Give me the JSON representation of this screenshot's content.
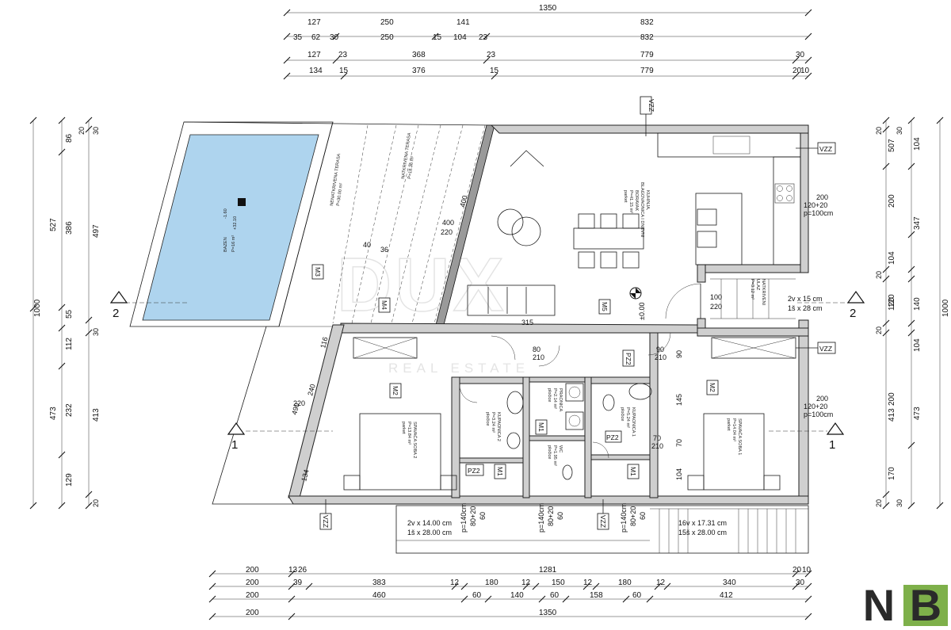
{
  "watermark": {
    "main": "DUX",
    "sub": "REAL ESTATE"
  },
  "logo": {
    "n": "N",
    "b": "B"
  },
  "dimensions_top": {
    "overall": "1350",
    "row1": [
      "127",
      "250",
      "141",
      "832"
    ],
    "row2": [
      "35",
      "62",
      "30",
      "250",
      "15",
      "104",
      "23",
      "832"
    ],
    "row3": [
      "127",
      "23",
      "368",
      "23",
      "779",
      "30"
    ],
    "row4": [
      "134",
      "15",
      "376",
      "15",
      "779",
      "20",
      "10"
    ]
  },
  "dimensions_bottom": {
    "row1": [
      "200",
      "13",
      "26",
      "1281",
      "20",
      "10"
    ],
    "row2": [
      "200",
      "39",
      "383",
      "12",
      "180",
      "12",
      "150",
      "12",
      "180",
      "12",
      "340",
      "30"
    ],
    "row3": [
      "200",
      "460",
      "60",
      "140",
      "60",
      "158",
      "60",
      "412"
    ],
    "overall": [
      "200",
      "1350"
    ]
  },
  "dimensions_left": {
    "overall": "1000",
    "col1": [
      "527",
      "473"
    ],
    "col2": [
      "86",
      "386",
      "55",
      "112",
      "232",
      "129"
    ],
    "col3": [
      "20",
      "30",
      "497",
      "30",
      "413",
      "20"
    ]
  },
  "dimensions_right": {
    "overall": "1000",
    "col1": [
      "104",
      "347",
      "140",
      "473"
    ],
    "col2": [
      "200",
      "104",
      "20",
      "120",
      "20",
      "200",
      "170"
    ],
    "col3": [
      "20",
      "30",
      "507",
      "120",
      "104",
      "413",
      "20",
      "30"
    ]
  },
  "rooms": {
    "pool": {
      "label": "BAZEN",
      "area": "P=16 m²",
      "level_a": "-1.60",
      "level_b": "+32.10"
    },
    "terrace_open": {
      "label": "NENATKRIVENA TERASA",
      "area": "P=30.00 m²"
    },
    "terrace_covered": {
      "label": "NATKRIVENA TERASA",
      "area": "P=18.36 m²"
    },
    "kitchen": {
      "label1": "KUHINJA,",
      "label2": "BLAGOVAONICA I DNEVNI",
      "label3": "BORAVAK",
      "area": "P=41.15 m²",
      "floor": "parket"
    },
    "covered_entry": {
      "label": "NATKRIVENI",
      "label2": "ULAZ",
      "area": "P=3.12 m²"
    },
    "bedroom2": {
      "label": "SPAVAĆA SOBA 2",
      "area": "P=13.84 m²",
      "floor": "parket"
    },
    "bedroom1": {
      "label": "SPAVAĆA SOBA 1",
      "area": "P=14.04 m²",
      "floor": "parket"
    },
    "bath2": {
      "label": "KUPAONICA 2",
      "area": "P=3.24 m²",
      "floor": "pločice"
    },
    "bath1": {
      "label": "KUPAONICA 1",
      "area": "P=5.24 m²",
      "floor": "pločice"
    },
    "laundry": {
      "label": "PRAONICA",
      "area": "P=2.14 m²",
      "floor": "pločice"
    },
    "wc": {
      "label": "WC",
      "area": "P=1.95 m²",
      "floor": "pločice"
    }
  },
  "tags": {
    "vzz": "VZZ",
    "pz2": "PZ2",
    "m1": "M1",
    "m2": "M2",
    "m3": "M3",
    "m4": "M4",
    "m5": "M5"
  },
  "section_marks": {
    "left_2": "2",
    "right_2": "2",
    "left_1": "1",
    "right_1": "1"
  },
  "level_mark": "±0.00",
  "openings": {
    "o_120_20_a": "120+20",
    "o_p100_a": "p=100cm",
    "o_120_20_b": "120+20",
    "o_p100_b": "p=100cm",
    "o_200_a": "200",
    "o_200_b": "200",
    "d_80_210_a": "80",
    "d_80_210_b": "210",
    "d_90_210_a": "90",
    "d_90_210_b": "210",
    "d_70_210_a": "70",
    "d_70_210_b": "210",
    "d_100": "100",
    "d_220": "220",
    "w_315": "315",
    "w_116": "116",
    "w_240": "240",
    "w_490": "490",
    "w_134": "134",
    "w_145": "145",
    "w_90": "90",
    "w_104": "104",
    "w_70": "70",
    "w_60_a": "60",
    "w_60_b": "60",
    "w_60_c": "60",
    "w_80_20_a": "80+20",
    "w_80_20_b": "80+20",
    "w_80_20_c": "80+20",
    "p140_a": "p=140cm",
    "p140_b": "p=140cm",
    "p140_c": "p=140cm",
    "terr_400": "400",
    "terr_220_a": "220",
    "terr_400_b": "400",
    "terr_220_b": "220",
    "terr_40": "40",
    "terr_36": "36"
  },
  "stairs": {
    "front_a": "2v x 14.00 cm",
    "front_b": "1š x 28.00 cm",
    "side_a": "2v x 15 cm",
    "side_b": "1š x 28 cm",
    "right_a": "16v x 17.31 cm",
    "right_b": "15š x 28.00 cm"
  }
}
